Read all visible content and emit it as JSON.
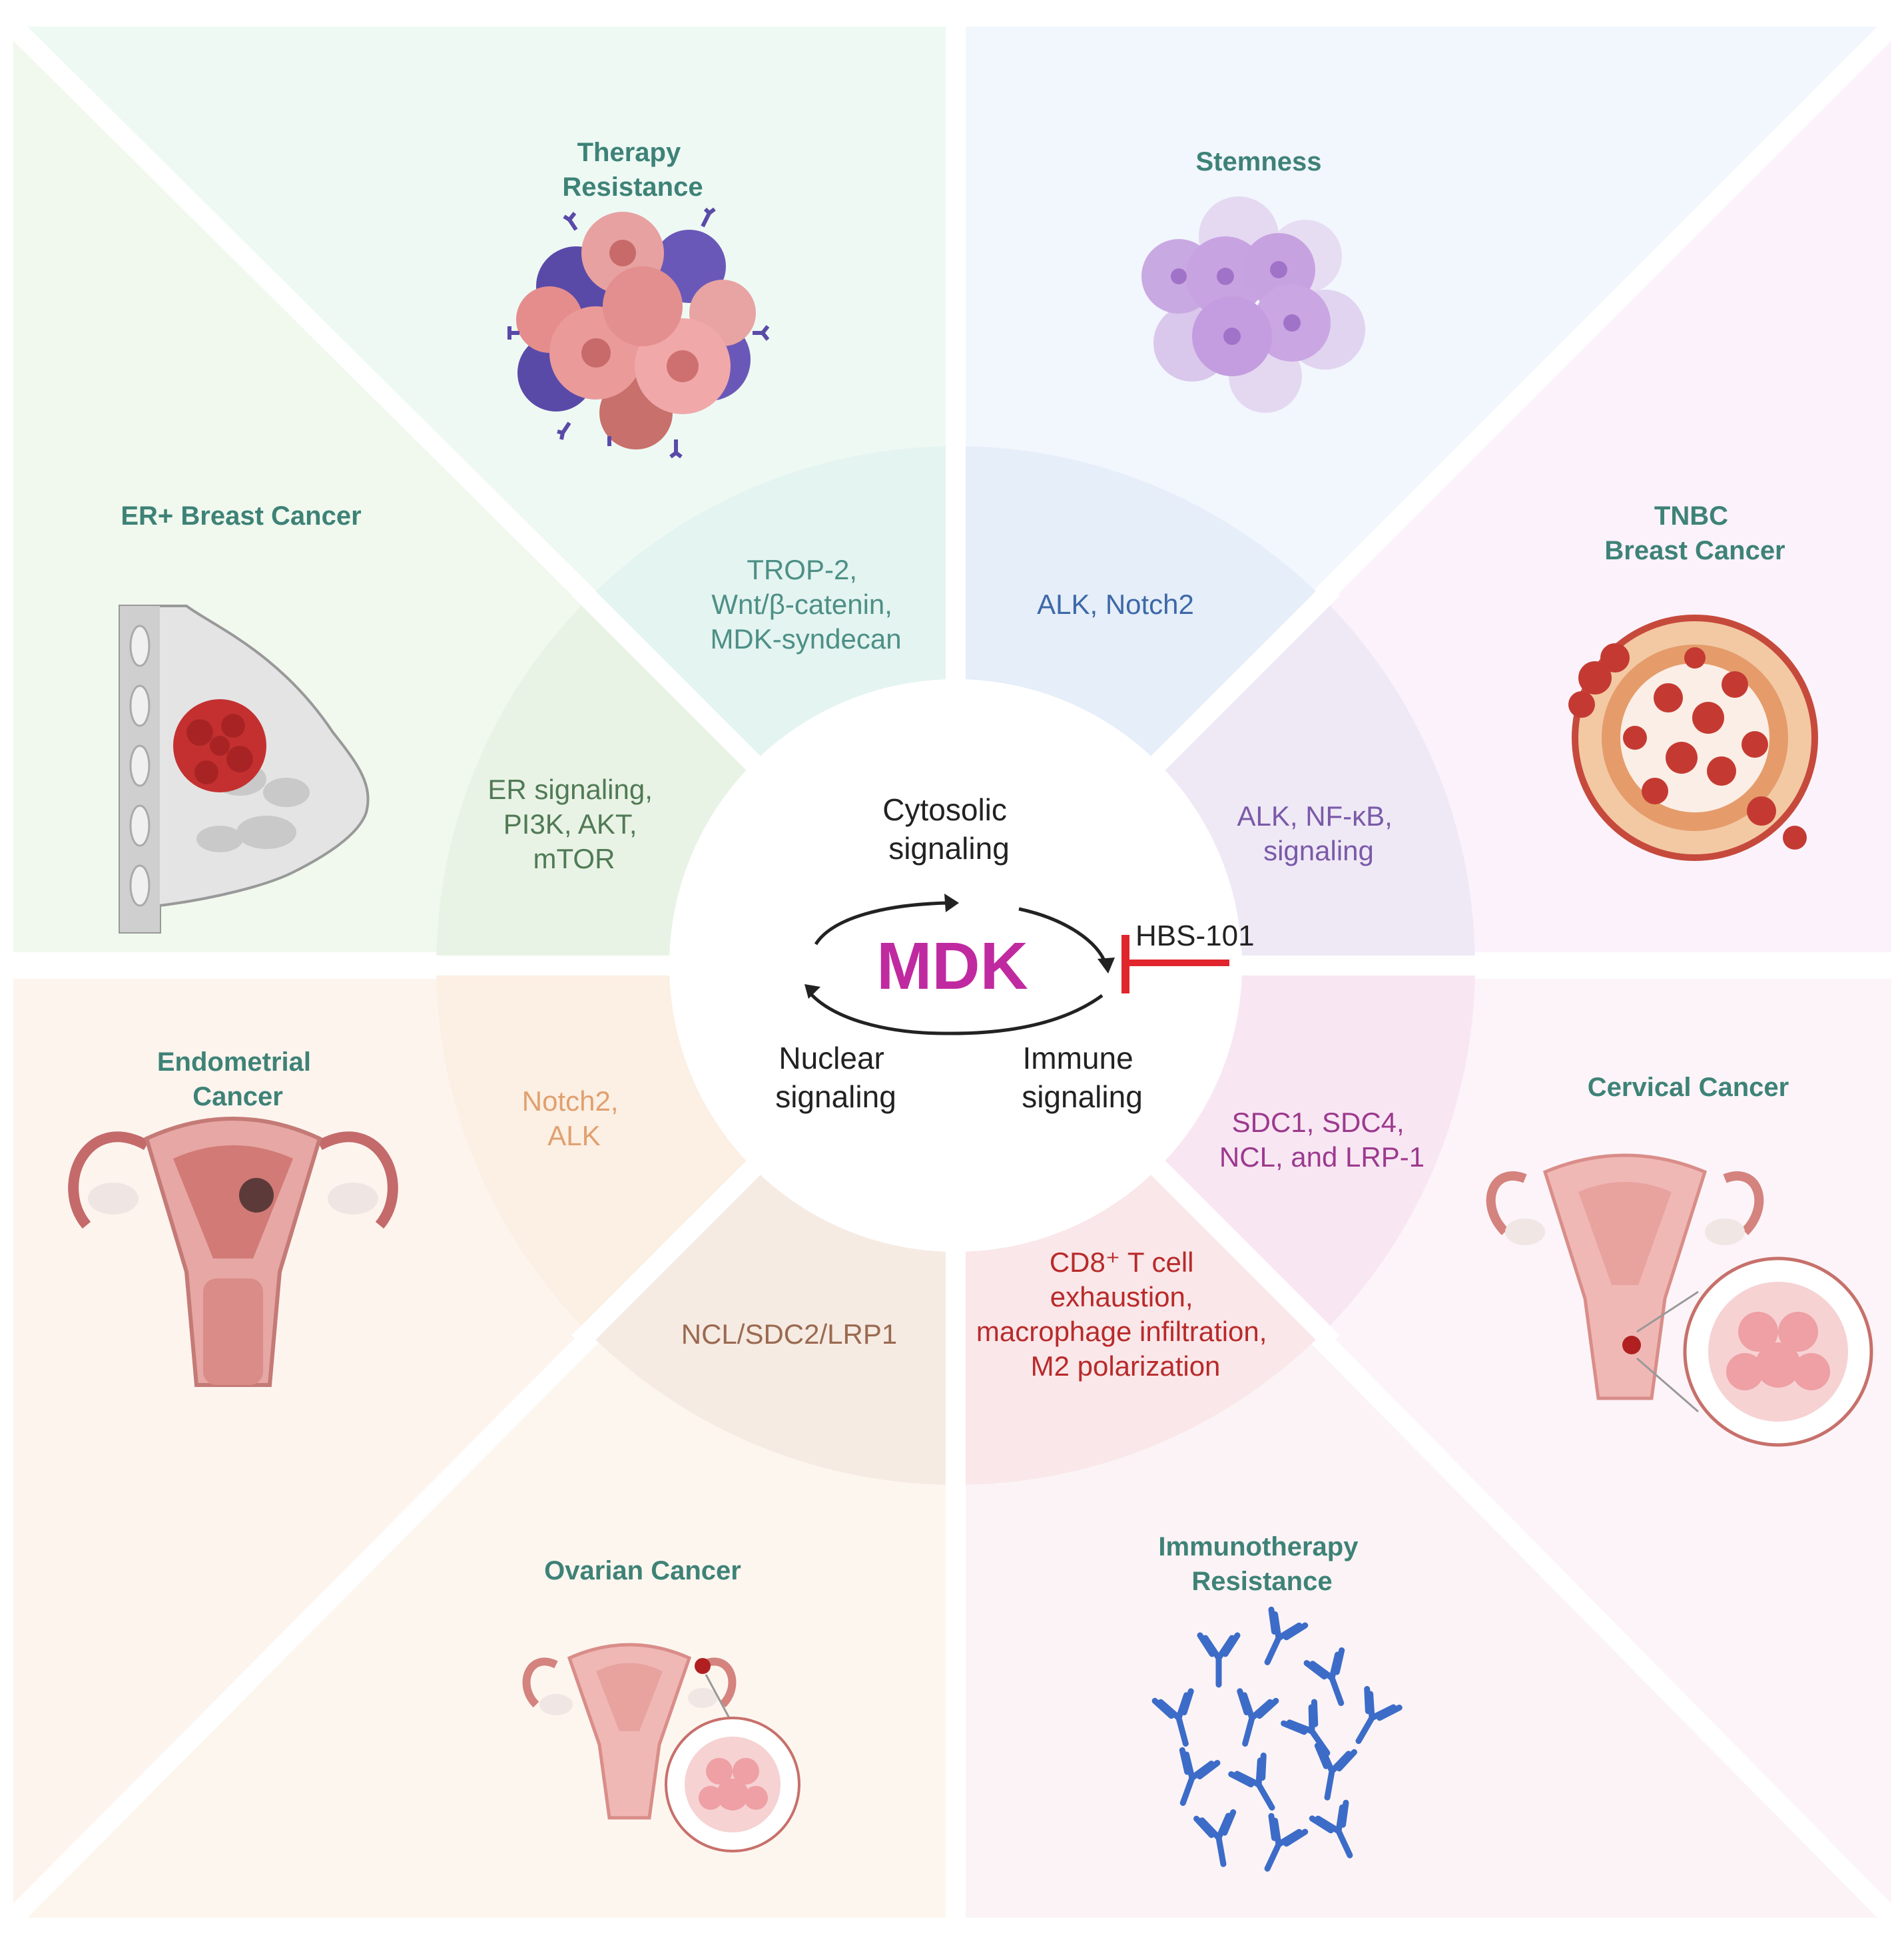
{
  "center": {
    "label": "MDK",
    "cytosolic": [
      "Cytosolic",
      "signaling"
    ],
    "nuclear": [
      "Nuclear",
      "signaling"
    ],
    "immune": [
      "Immune",
      "signaling"
    ],
    "inhibitor": "HBS-101"
  },
  "ring": {
    "top_left": [
      "TROP-2,",
      "Wnt/β-catenin,",
      "MDK-syndecan"
    ],
    "top_right": [
      "ALK, Notch2"
    ],
    "right_top": [
      "ALK, NF-κB,",
      "signaling"
    ],
    "right_bottom": [
      "SDC1, SDC4,",
      "NCL, and LRP-1"
    ],
    "bottom_right": [
      "CD8⁺ T cell",
      "exhaustion,",
      "macrophage infiltration,",
      "M2 polarization"
    ],
    "bottom_left": [
      "NCL/SDC2/LRP1"
    ],
    "left_bottom": [
      "Notch2,",
      "ALK"
    ],
    "left_top": [
      "ER signaling,",
      "PI3K, AKT,",
      "mTOR"
    ]
  },
  "outer": {
    "therapy_resistance": [
      "Therapy",
      "Resistance"
    ],
    "stemness": [
      "Stemness"
    ],
    "tnbc": [
      "TNBC",
      "Breast Cancer"
    ],
    "cervical": [
      "Cervical Cancer"
    ],
    "immunotherapy": [
      "Immunotherapy",
      "Resistance"
    ],
    "ovarian": [
      "Ovarian Cancer"
    ],
    "endometrial": [
      "Endometrial",
      "Cancer"
    ],
    "er_breast": [
      "ER+ Breast Cancer"
    ]
  },
  "colors": {
    "title": "#3e8277",
    "mdk": "#c02aa0",
    "inhibitor": "#e0262c",
    "ring_teal": "#4d8f86",
    "ring_blue": "#3d68a8",
    "ring_purple": "#7a5aa8",
    "ring_magenta": "#9c3a8e",
    "ring_red": "#b82a2a",
    "ring_brown": "#9a6a50",
    "ring_orange": "#e0a070",
    "ring_green": "#507a55"
  },
  "icons": [
    "cell-cluster-icon",
    "stem-cell-icon",
    "tumor-duct-icon",
    "cervix-icon",
    "antibody-icon",
    "ovary-icon",
    "uterus-icon",
    "breast-icon"
  ]
}
